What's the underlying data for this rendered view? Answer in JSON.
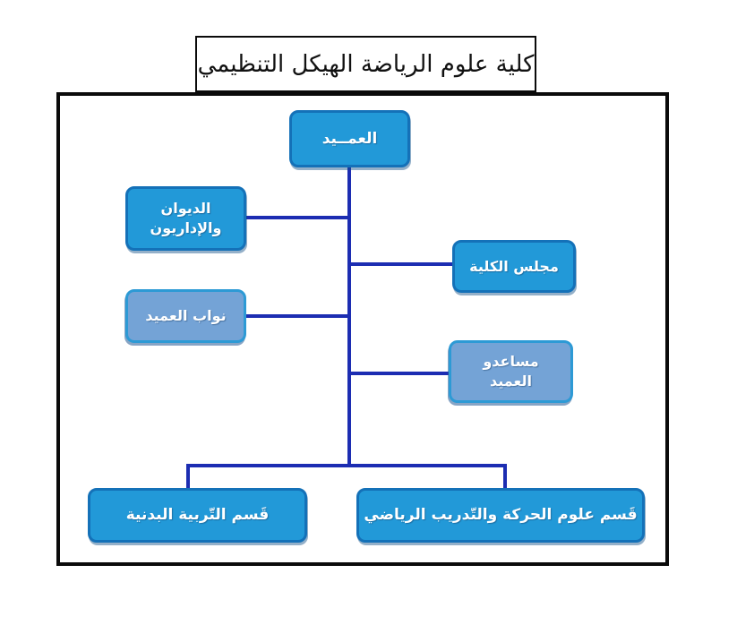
{
  "title": {
    "text": "كلية علوم الرياضة الهيكل التنظيمي"
  },
  "chart_data": {
    "type": "org-chart",
    "direction": "rtl",
    "root": "dean",
    "nodes": [
      {
        "id": "dean",
        "label": "العمــيد",
        "style": "bright"
      },
      {
        "id": "diwan-admins",
        "label": "الديوان\nوالإداريون",
        "style": "bright"
      },
      {
        "id": "college-council",
        "label": "مجلس الكلية",
        "style": "bright"
      },
      {
        "id": "deputy-deans",
        "label": "نواب العميد",
        "style": "muted"
      },
      {
        "id": "dean-assistants",
        "label": "مساعدو\nالعميد",
        "style": "muted"
      },
      {
        "id": "physical-education-dept",
        "label": "قَسم التّربية البدنية",
        "style": "bright"
      },
      {
        "id": "movement-training-dept",
        "label": "قَسم علوم الحركة والتّدريب الرياضي",
        "style": "bright"
      }
    ],
    "edges": [
      [
        "dean",
        "diwan-admins"
      ],
      [
        "dean",
        "college-council"
      ],
      [
        "dean",
        "deputy-deans"
      ],
      [
        "dean",
        "dean-assistants"
      ],
      [
        "dean",
        "physical-education-dept"
      ],
      [
        "dean",
        "movement-training-dept"
      ]
    ]
  },
  "colors": {
    "node-fill": "#2299d8",
    "node-border": "#1471b8",
    "node-muted-fill": "#74a3d6",
    "node-muted-border": "#2d9ad5",
    "node-text": "#ffffff",
    "connector": "#1c2db2",
    "frame-border": "#0a0a0a"
  }
}
